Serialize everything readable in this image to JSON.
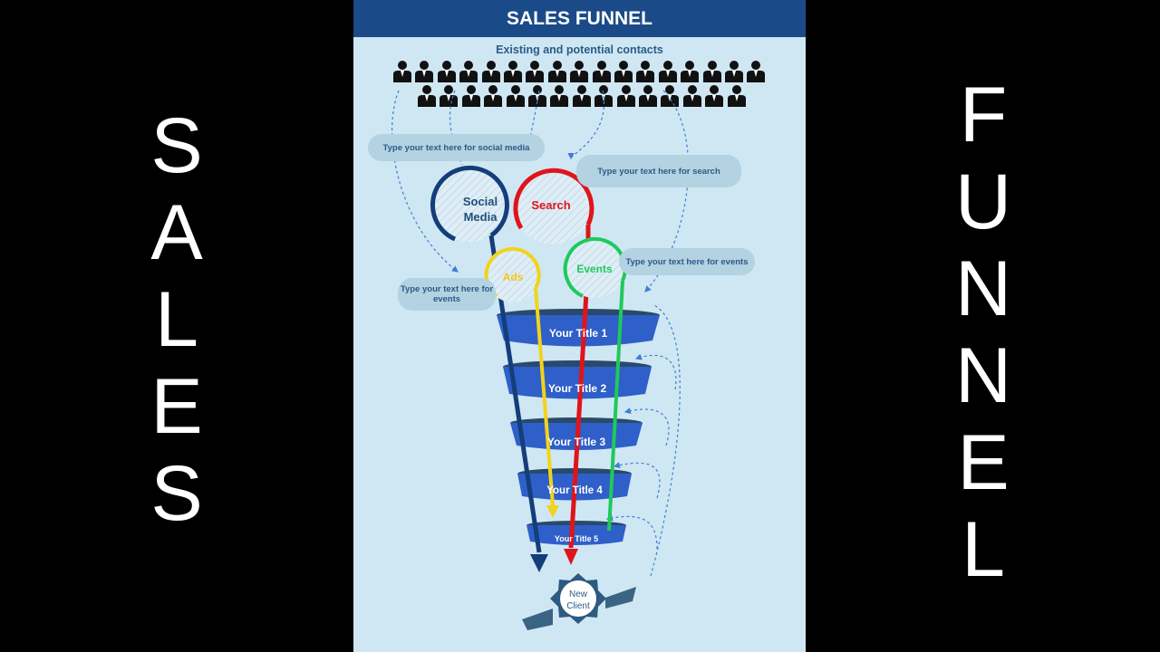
{
  "side_left": {
    "letters": [
      "S",
      "A",
      "L",
      "E",
      "S"
    ]
  },
  "side_right": {
    "letters": [
      "F",
      "U",
      "N",
      "N",
      "E",
      "L"
    ]
  },
  "header": {
    "title": "SALES FUNNEL"
  },
  "contacts": {
    "label": "Existing and potential contacts",
    "row1_count": 17,
    "row2_count": 15
  },
  "notes": {
    "social_media": "Type your text here for social media",
    "search": "Type your text here for search",
    "events_right": "Type your text here for events",
    "events_left": "Type your text here for events"
  },
  "channels": {
    "social_media": {
      "label": "Social Media",
      "color": "#143e7a"
    },
    "search": {
      "label": "Search",
      "color": "#e0141b"
    },
    "ads": {
      "label": "Ads",
      "color": "#f2d31b"
    },
    "events": {
      "label": "Events",
      "color": "#1fc95a"
    }
  },
  "funnel_stages": [
    "Your Title 1",
    "Your Title 2",
    "Your Title 3",
    "Your Title 4",
    "Your Title 5"
  ],
  "outcome": {
    "label": "New Client"
  },
  "colors": {
    "header": "#1b4a88",
    "band": "#2f5fc8",
    "background": "#cfe7f3",
    "text": "#2b5c86"
  }
}
